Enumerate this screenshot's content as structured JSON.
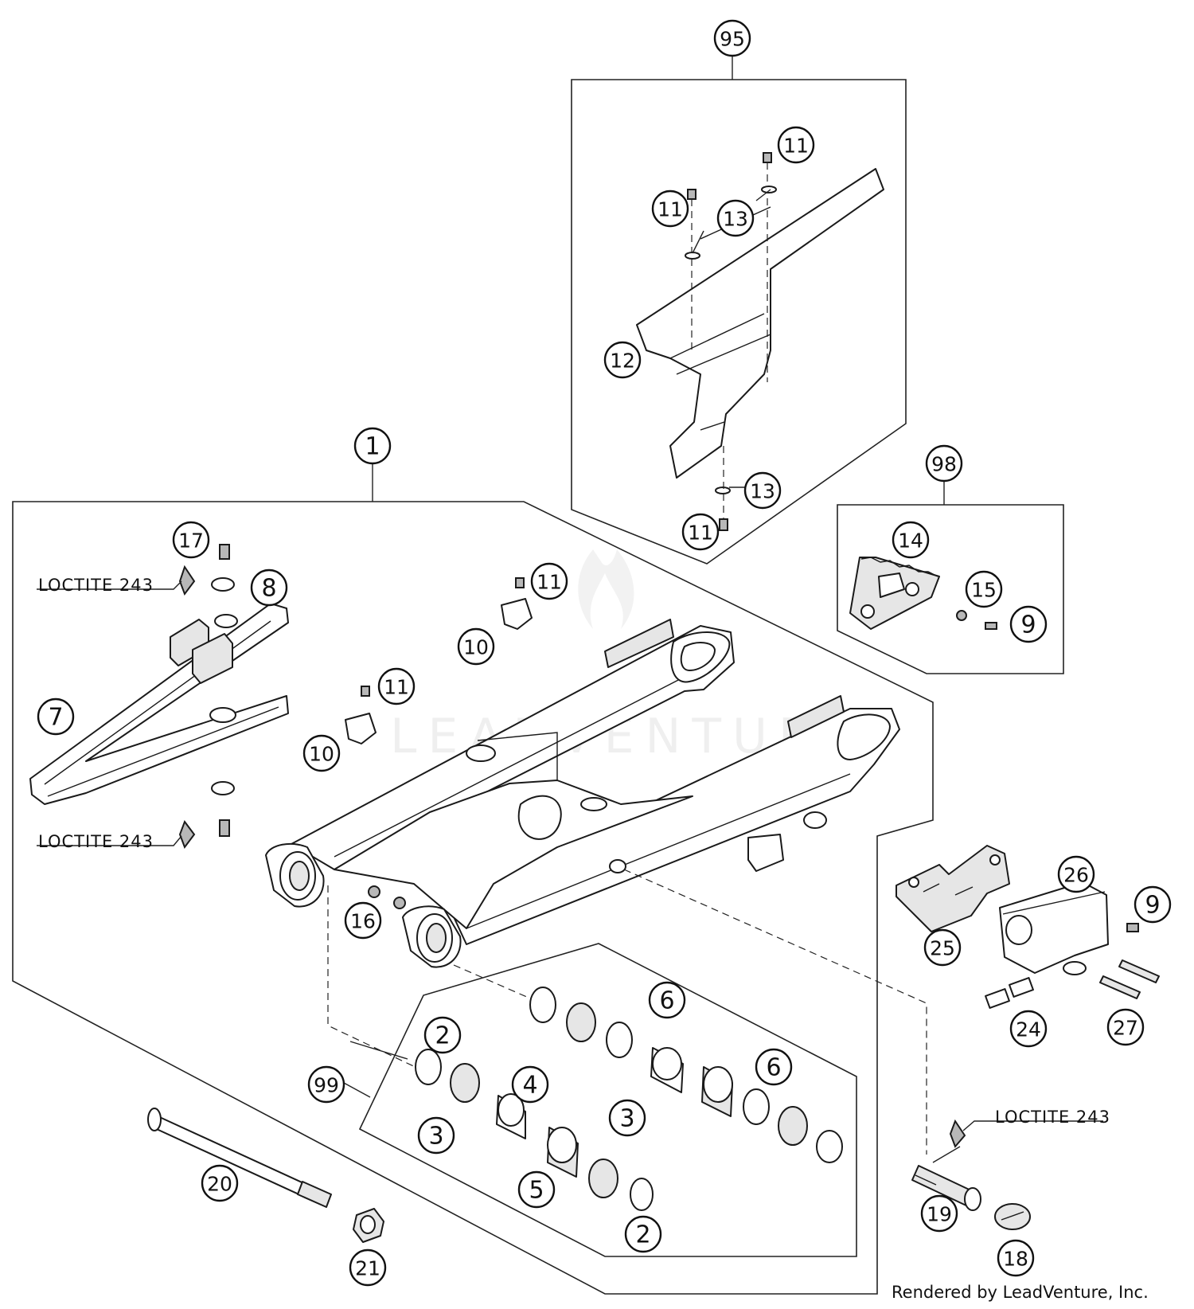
{
  "callouts": [
    {
      "id": "c95",
      "label": "95"
    },
    {
      "id": "c11a",
      "label": "11"
    },
    {
      "id": "c11b",
      "label": "11"
    },
    {
      "id": "c13a",
      "label": "13"
    },
    {
      "id": "c12",
      "label": "12"
    },
    {
      "id": "c13b",
      "label": "13"
    },
    {
      "id": "c11c",
      "label": "11"
    },
    {
      "id": "c1",
      "label": "1"
    },
    {
      "id": "c98",
      "label": "98"
    },
    {
      "id": "c14",
      "label": "14"
    },
    {
      "id": "c15",
      "label": "15"
    },
    {
      "id": "c9a",
      "label": "9"
    },
    {
      "id": "c17",
      "label": "17"
    },
    {
      "id": "c8",
      "label": "8"
    },
    {
      "id": "c11d",
      "label": "11"
    },
    {
      "id": "c10a",
      "label": "10"
    },
    {
      "id": "c7",
      "label": "7"
    },
    {
      "id": "c11e",
      "label": "11"
    },
    {
      "id": "c10b",
      "label": "10"
    },
    {
      "id": "c16",
      "label": "16"
    },
    {
      "id": "c26",
      "label": "26"
    },
    {
      "id": "c9b",
      "label": "9"
    },
    {
      "id": "c25",
      "label": "25"
    },
    {
      "id": "c6a",
      "label": "6"
    },
    {
      "id": "c2a",
      "label": "2"
    },
    {
      "id": "c4",
      "label": "4"
    },
    {
      "id": "c6b",
      "label": "6"
    },
    {
      "id": "c99",
      "label": "99"
    },
    {
      "id": "c3a",
      "label": "3"
    },
    {
      "id": "c3b",
      "label": "3"
    },
    {
      "id": "c5",
      "label": "5"
    },
    {
      "id": "c2b",
      "label": "2"
    },
    {
      "id": "c24",
      "label": "24"
    },
    {
      "id": "c27",
      "label": "27"
    },
    {
      "id": "c20",
      "label": "20"
    },
    {
      "id": "c21",
      "label": "21"
    },
    {
      "id": "c19",
      "label": "19"
    },
    {
      "id": "c18",
      "label": "18"
    }
  ],
  "notes": {
    "loctite_1": "LOCTITE 243",
    "loctite_2": "LOCTITE 243",
    "loctite_3": "LOCTITE 243"
  },
  "credit": "Rendered by LeadVenture, Inc.",
  "watermark": "LEADVENTURE"
}
